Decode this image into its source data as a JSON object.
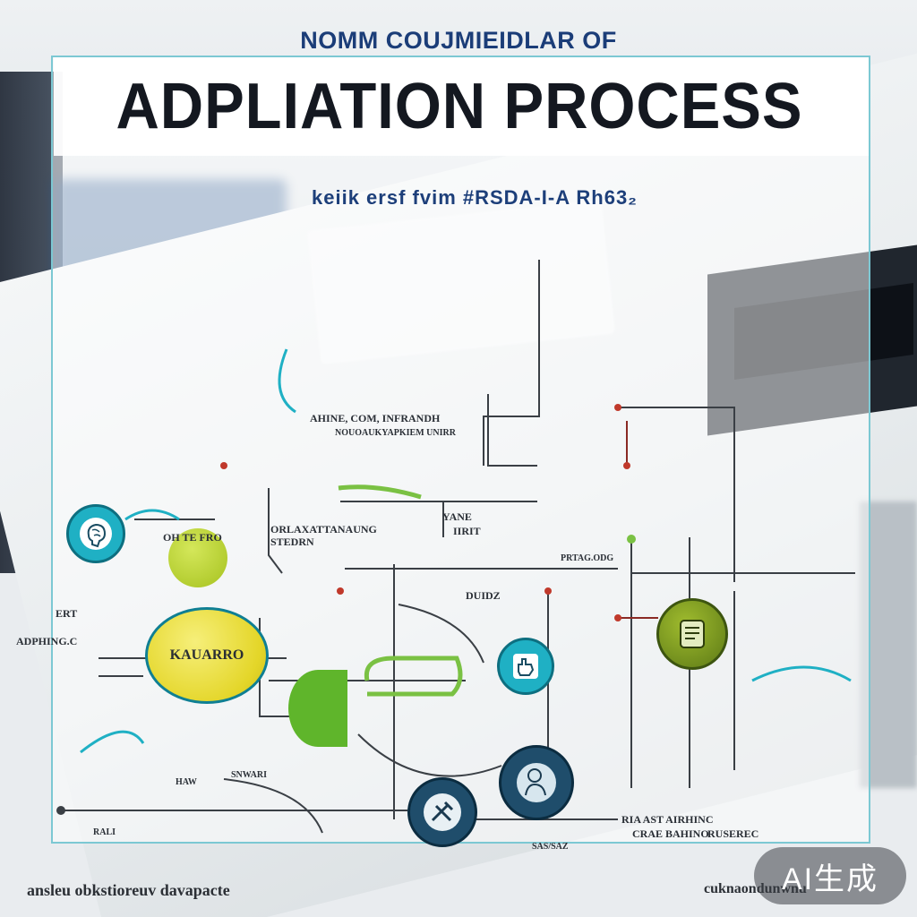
{
  "header": {
    "supertitle": "NOMM COUJMIEIDLAR OF",
    "title": "ADPLIATION PROCESS",
    "subtitle": "keiik  ersf  fvim  #RSDA-I-A  Rh63₂"
  },
  "labels": {
    "top_center_1": "AHINE, COM, INFRANDH",
    "top_center_2": "NOUOAUKYAPKIEM UNIRR",
    "mid_left": "OH TE FRO",
    "mid_center_1": "ORLAXATTANAUNG",
    "mid_center_2": "STEDRN",
    "mid_right_1": "YANE",
    "mid_right_2": "IIRIT",
    "right_small": "PRTAG.ODG",
    "left_far": "ERT",
    "left_edge": "ADPHING.C",
    "center_curve": "DUIDZ",
    "yellow_node": "KAUARRO",
    "bottom_left": "HAW",
    "bottom_center": "SNWARI",
    "bottom_small": "RALI",
    "bottom_tiny": "SAS/SAZ",
    "br_1": "RIA AST AIRHINC",
    "br_2": "CRAE BAHINO",
    "br_3": "RUSEREC"
  },
  "footer": {
    "left": "ansleu obkstioreuv davapacte",
    "right": "cuknaondunwnu"
  },
  "watermark": "AI生成",
  "colors": {
    "teal": "#1fb0c4",
    "yellow": "#e4d629",
    "green": "#7ac143",
    "navy": "#1f4d6b",
    "olive": "#6c8a1f",
    "line": "#3a3f45"
  },
  "nodes": [
    {
      "name": "brain-node",
      "icon": "brain-icon"
    },
    {
      "name": "lime-node",
      "icon": "none"
    },
    {
      "name": "kauarro-node",
      "icon": "none"
    },
    {
      "name": "green-half-node",
      "icon": "none"
    },
    {
      "name": "hand-node",
      "icon": "hand-icon"
    },
    {
      "name": "olive-node",
      "icon": "document-icon"
    },
    {
      "name": "person-node",
      "icon": "person-icon"
    },
    {
      "name": "tools-node",
      "icon": "tools-icon"
    }
  ]
}
